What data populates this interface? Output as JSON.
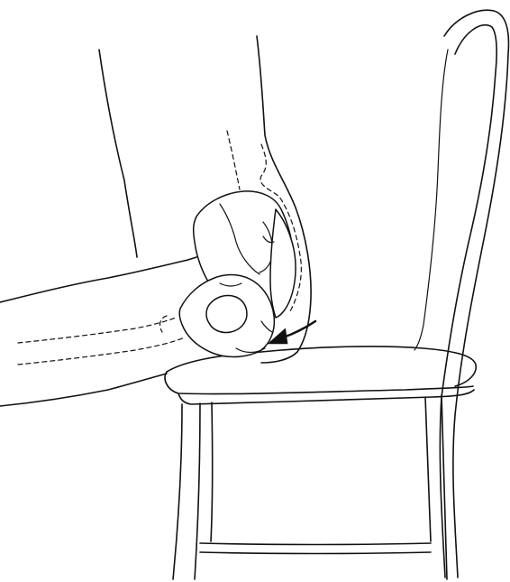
{
  "illustration": {
    "subject": "seated-pelvis-line-drawing",
    "elements": [
      "seated-figure",
      "pelvis-bones",
      "pressure-arrow",
      "chair"
    ],
    "colors": {
      "ink": "#111111",
      "background": "#ffffff"
    }
  }
}
